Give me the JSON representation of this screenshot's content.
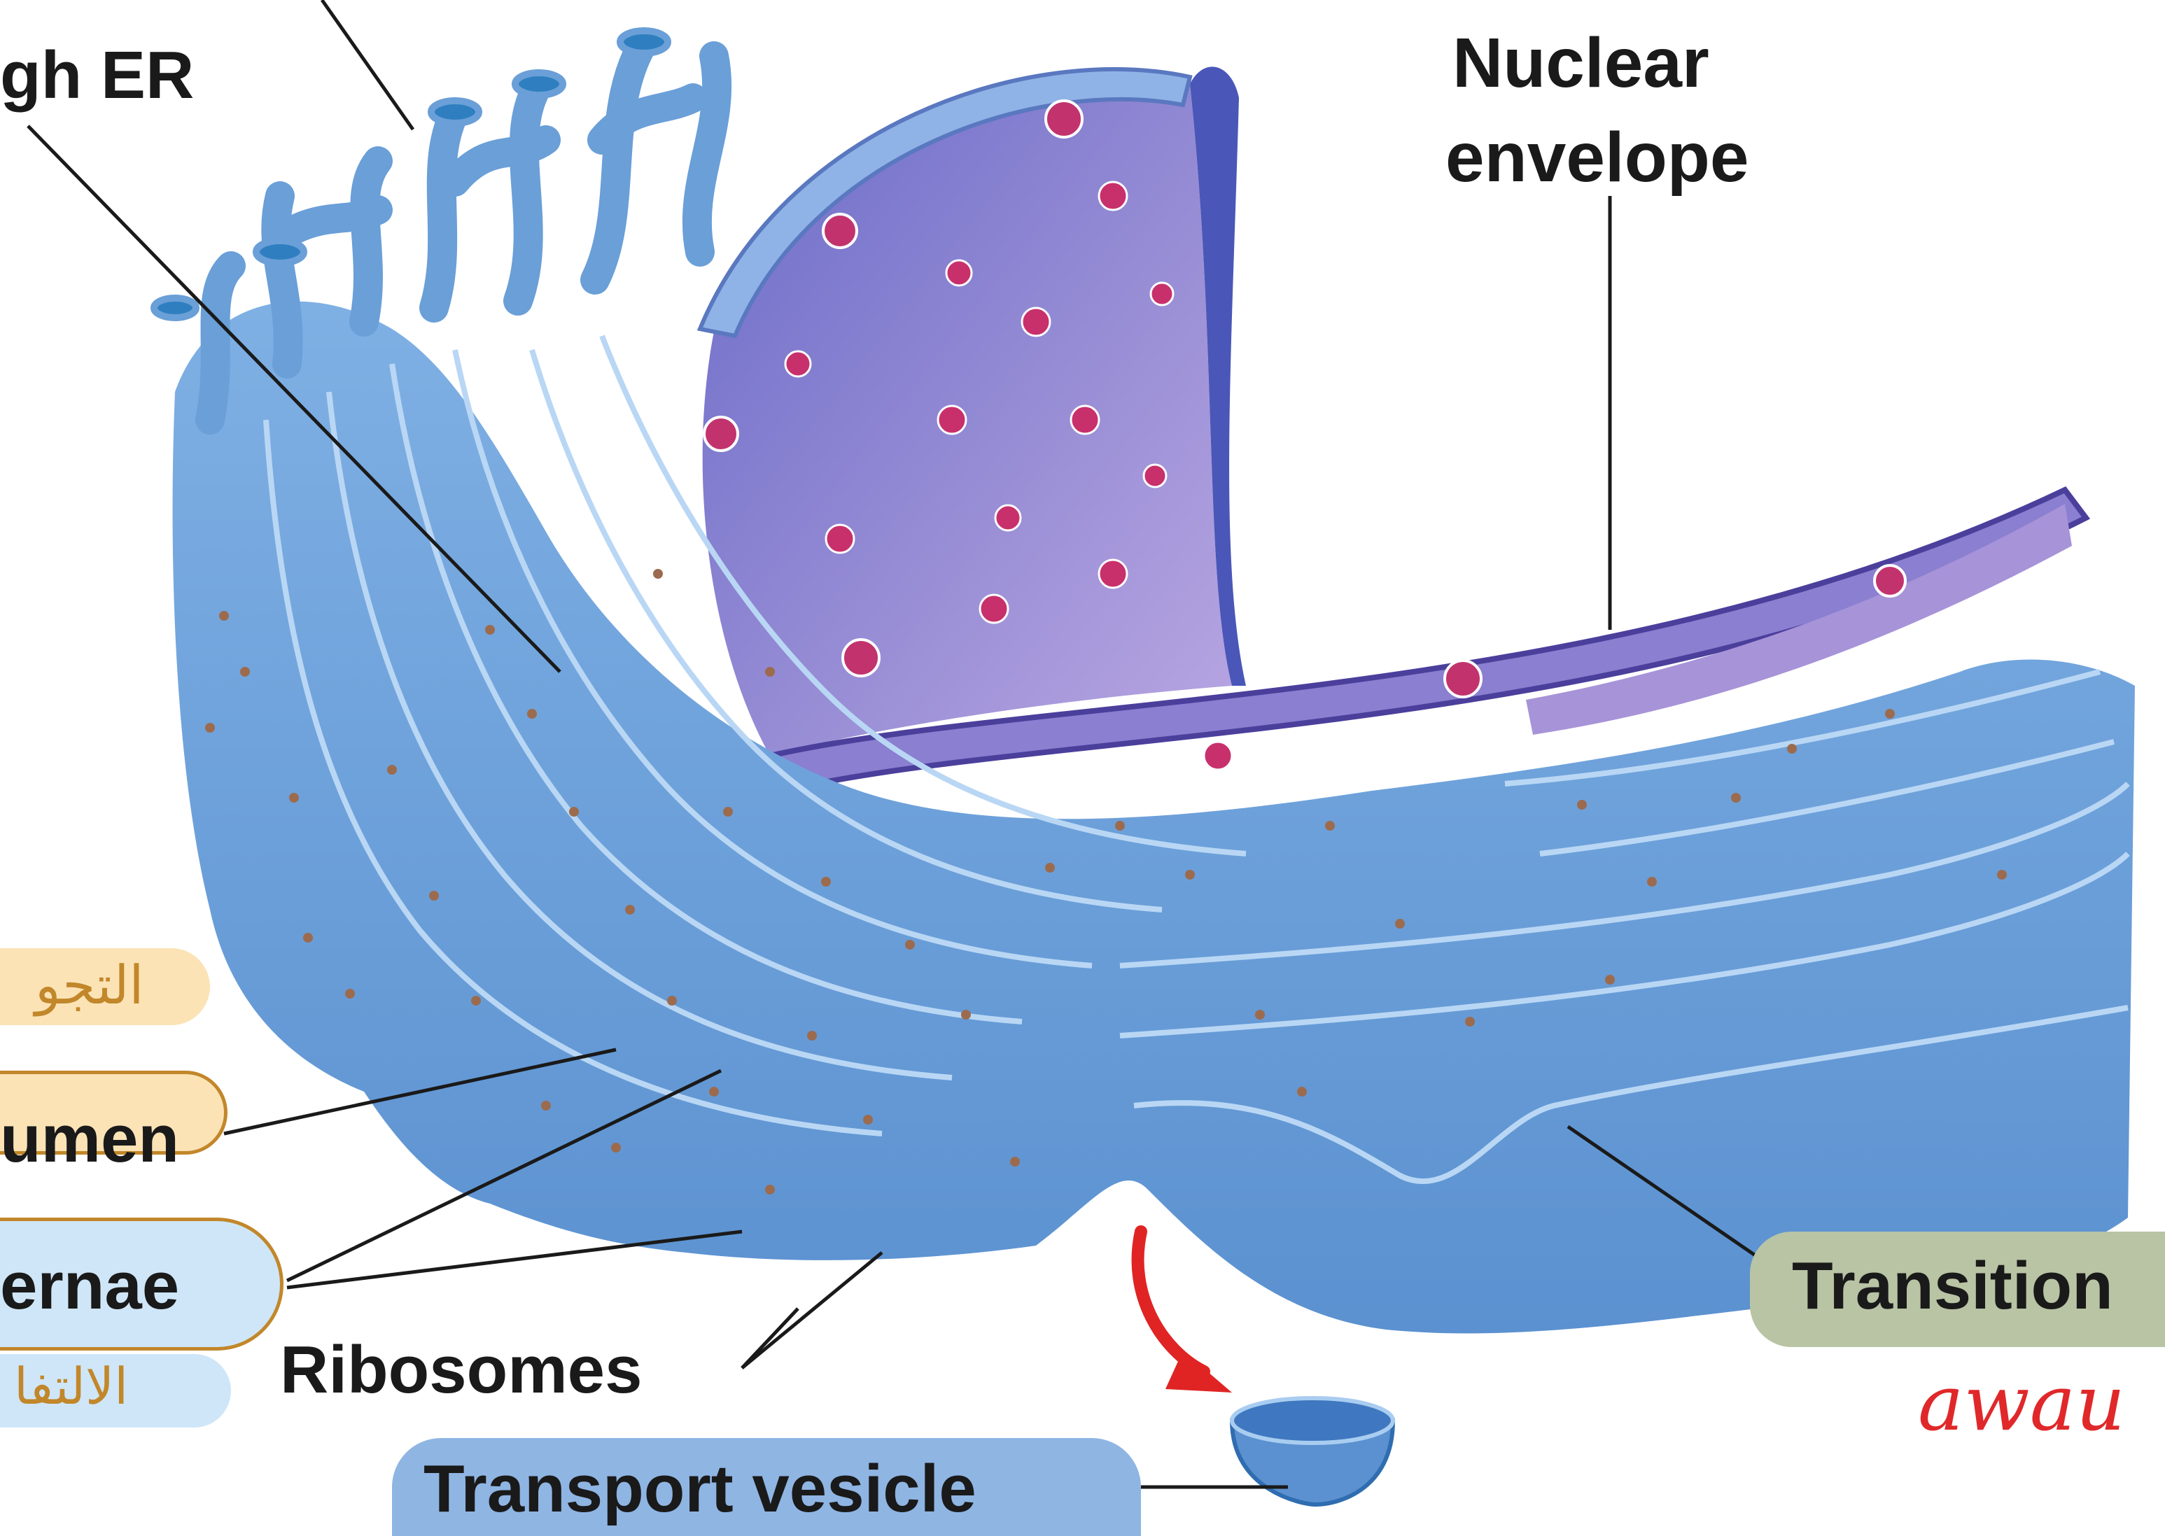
{
  "labels": {
    "rough_er": "gh ER",
    "nuclear_envelope_line1": "Nuclear",
    "nuclear_envelope_line2": "envelope",
    "lumen": "umen",
    "cisternae": "ernae",
    "ribosomes": "Ribosomes",
    "transport_vesicle": "Transport vesicle",
    "transition": "Transition"
  },
  "handwriting": {
    "arabic_top": "التجو",
    "arabic_bottom": "الالتفا",
    "english_note": "awau"
  },
  "colors": {
    "er_fill": "#6a9fd8",
    "er_light": "#a9cdf0",
    "er_dark": "#3d6fae",
    "nucleus": "#8a7fd0",
    "nucleus_dark": "#5a4fa8",
    "pore": "#c2336e",
    "ribosome": "#9c6b4e",
    "arrow_red": "#e02424",
    "pill_orange": "#fbe3b6",
    "pill_blue": "#cfe6f8",
    "pill_green": "#b8c4a4",
    "pill_vesicle": "#8fb5e3",
    "ink_orange": "#c2872a",
    "ink_red": "#e0282a"
  }
}
